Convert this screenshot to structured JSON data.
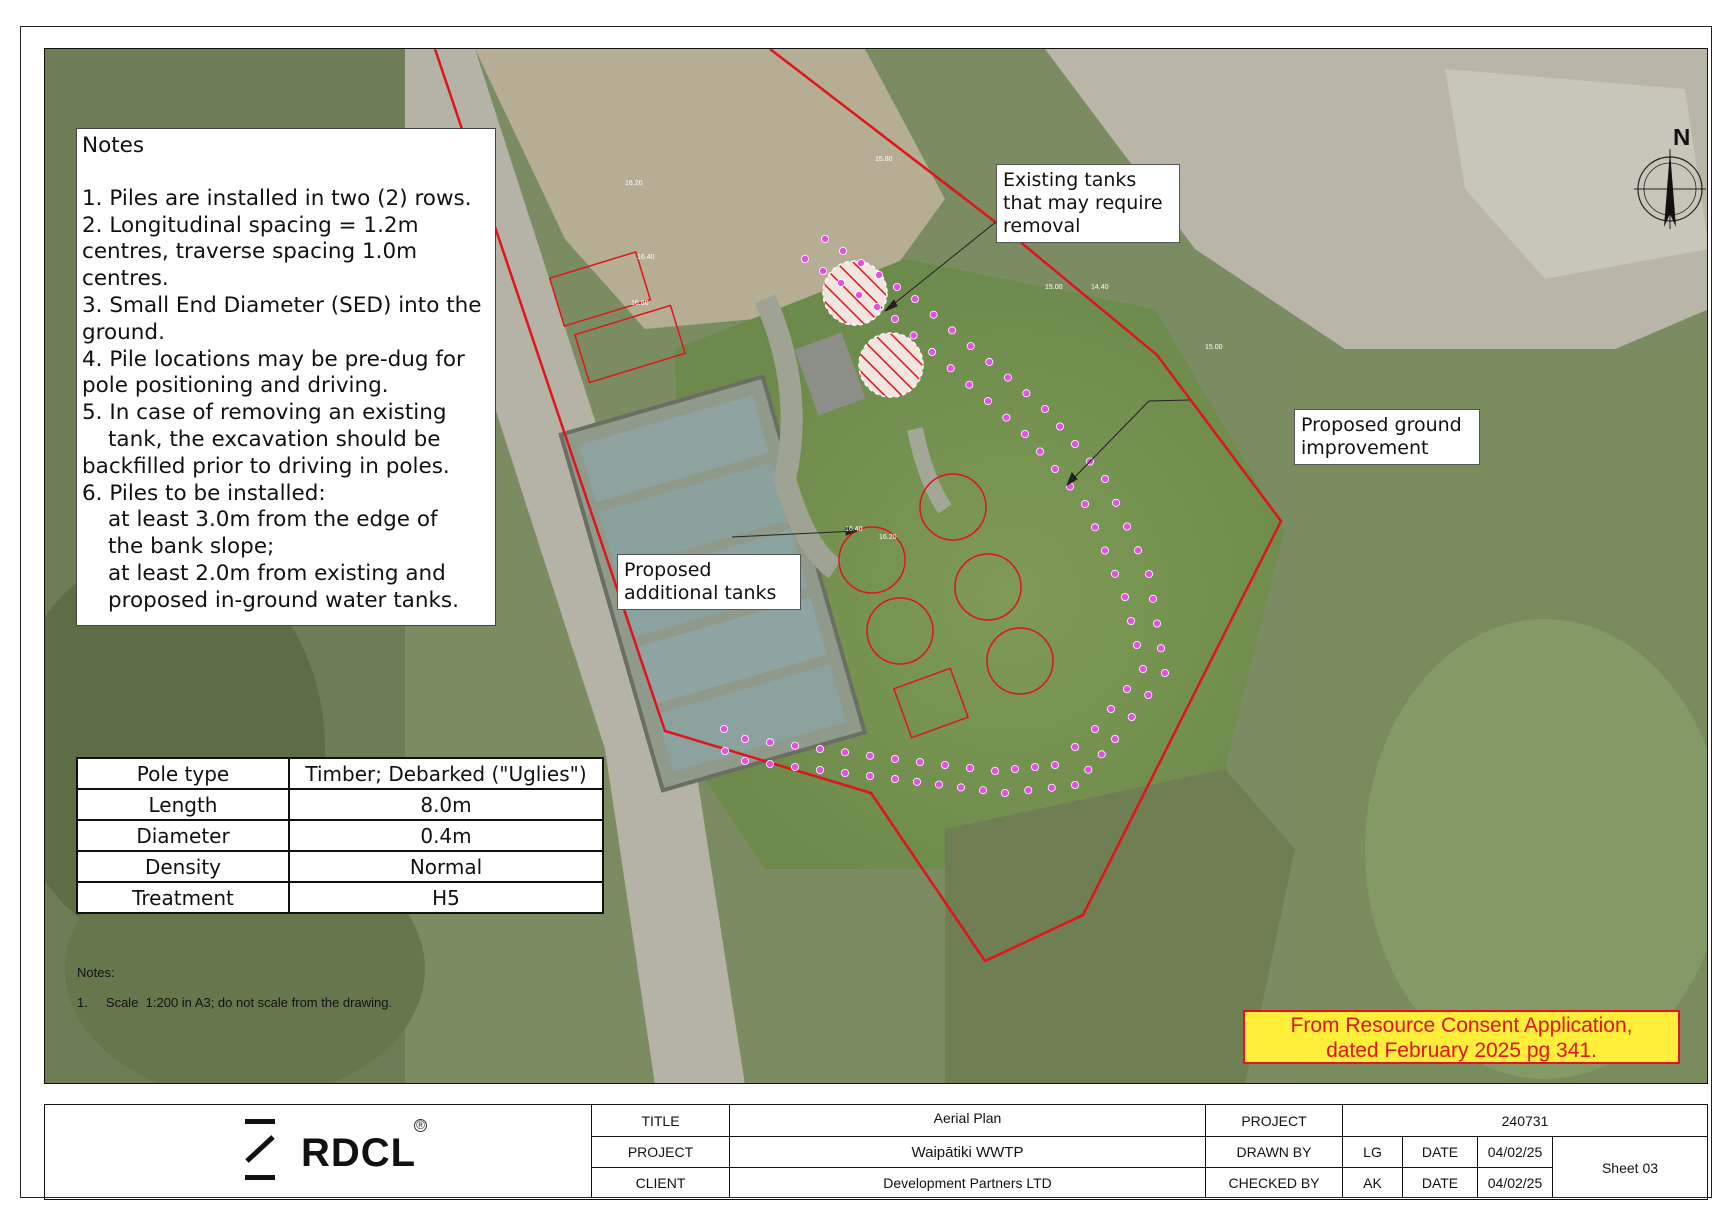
{
  "notes": {
    "title": "Notes",
    "lines": [
      "1. Piles are installed in two (2) rows.",
      "2. Longitudinal spacing = 1.2m",
      "centres, traverse spacing 1.0m",
      "centres.",
      "3. Small End Diameter (SED) into the",
      "ground.",
      "4. Pile locations may be pre-dug for",
      "pole positioning and driving.",
      "5. In case of removing an existing",
      "tank, the excavation should be",
      "backfilled prior to driving in poles.",
      "6. Piles to be installed:",
      "at least 3.0m from the edge of",
      "the bank slope;",
      "at least 2.0m from existing and",
      "proposed in-ground water tanks."
    ]
  },
  "callouts": {
    "existing_tanks": [
      "Existing tanks",
      "that may require",
      "removal"
    ],
    "ground_improvement": [
      "Proposed ground",
      "improvement"
    ],
    "additional_tanks": [
      "Proposed",
      "additional tanks"
    ]
  },
  "pole_table": {
    "rows": [
      [
        "Pole type",
        "Timber; Debarked (\"Uglies\")"
      ],
      [
        "Length",
        "8.0m"
      ],
      [
        "Diameter",
        "0.4m"
      ],
      [
        "Density",
        "Normal"
      ],
      [
        "Treatment",
        "H5"
      ]
    ]
  },
  "scale_notes": {
    "title": "Notes:",
    "line": "1.     Scale  1:200 in A3; do not scale from the drawing."
  },
  "consent_stamp": [
    "From Resource Consent Application,",
    "dated February 2025  pg 341."
  ],
  "compass": {
    "label": "N"
  },
  "title_block": {
    "logo_text": "RDCL",
    "logo_reg": "®",
    "title_label": "TITLE",
    "title_value": "Aerial Plan",
    "project_label": "PROJECT",
    "project_value": "Waipātiki WWTP",
    "client_label": "CLIENT",
    "client_value": "Development Partners LTD",
    "project_no_label": "PROJECT",
    "project_no_value": "240731",
    "drawn_by_label": "DRAWN BY",
    "drawn_by_value": "LG",
    "checked_by_label": "CHECKED BY",
    "checked_by_value": "AK",
    "date_label": "DATE",
    "date_drawn": "04/02/25",
    "date_checked": "04/02/25",
    "sheet": "Sheet 03"
  },
  "colors": {
    "boundary": "#e0141a",
    "pile": "#e64ee6",
    "stamp_bg": "#ffef3a"
  }
}
